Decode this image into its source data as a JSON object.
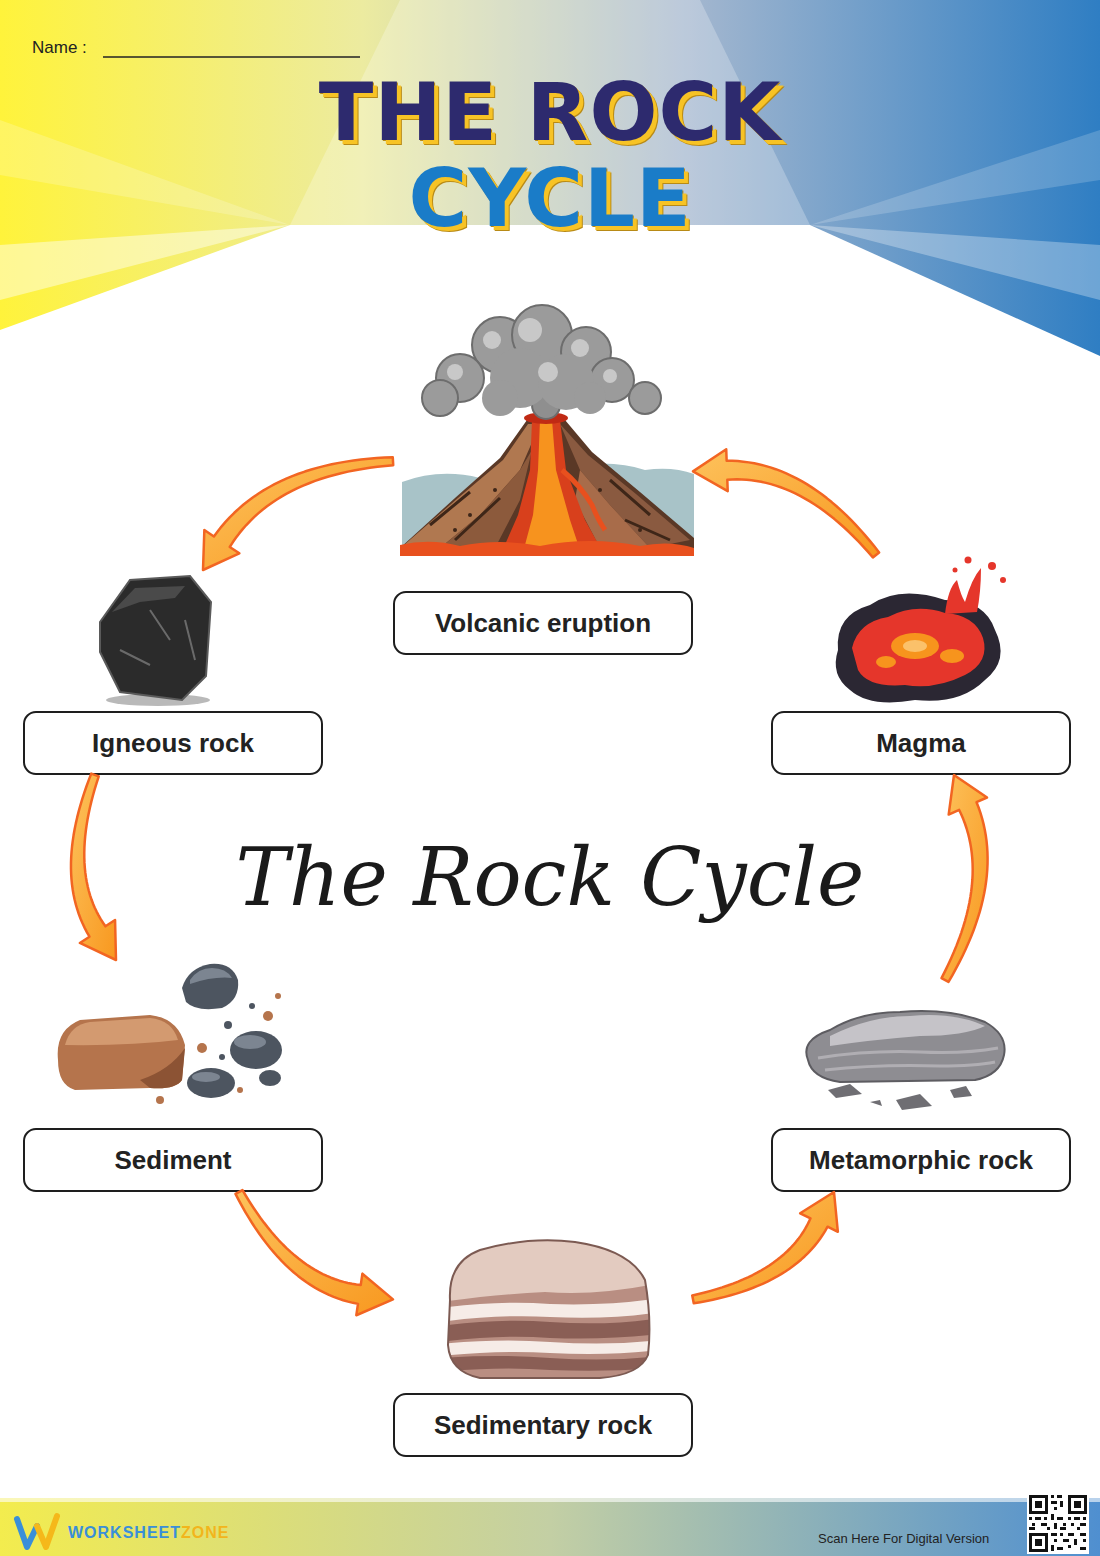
{
  "diagram": {
    "title": "THE ROCK CYCLE",
    "nodes": [
      {
        "text": [
          "Volcanic eruption"
        ]
      },
      {
        "text": [
          "Igneous rock"
        ]
      },
      {
        "text": [
          "Magma"
        ]
      },
      {
        "text": [
          "Sediment"
        ]
      },
      {
        "text": [
          "Metamorphic rock"
        ]
      },
      {
        "text": [
          "Sedimentary rock"
        ]
      }
    ],
    "edges": [
      {
        "from": 0,
        "to": 1,
        "arrow": "to"
      },
      {
        "from": 1,
        "to": 3,
        "arrow": "to"
      },
      {
        "from": 3,
        "to": 5,
        "arrow": "to"
      },
      {
        "from": 5,
        "to": 4,
        "arrow": "to"
      },
      {
        "from": 4,
        "to": 2,
        "arrow": "to"
      },
      {
        "from": 2,
        "to": 0,
        "arrow": "to"
      }
    ],
    "labels": [
      "Name :",
      "The Rock Cycle",
      "WORKSHEET",
      "ZONE",
      "Scan Here For Digital Version"
    ]
  }
}
